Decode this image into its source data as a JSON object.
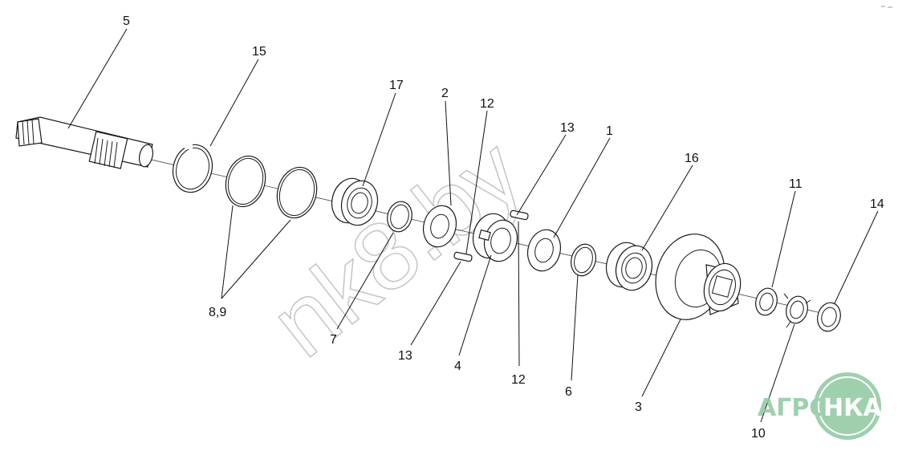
{
  "labels": {
    "l5": "5",
    "l15": "15",
    "l17": "17",
    "l2": "2",
    "l12a": "12",
    "l13a": "13",
    "l1": "1",
    "l16": "16",
    "l11": "11",
    "l14": "14",
    "l89": "8,9",
    "l7": "7",
    "l13b": "13",
    "l4": "4",
    "l12b": "12",
    "l6": "6",
    "l3": "3",
    "l10": "10"
  },
  "watermark": "nk8.by",
  "logo": {
    "left_text": "АГРО",
    "circle_text": "НКА",
    "color": "#8fc8a0"
  },
  "colors": {
    "line": "#1a1a1a",
    "watermark": "#c8c8c8"
  }
}
